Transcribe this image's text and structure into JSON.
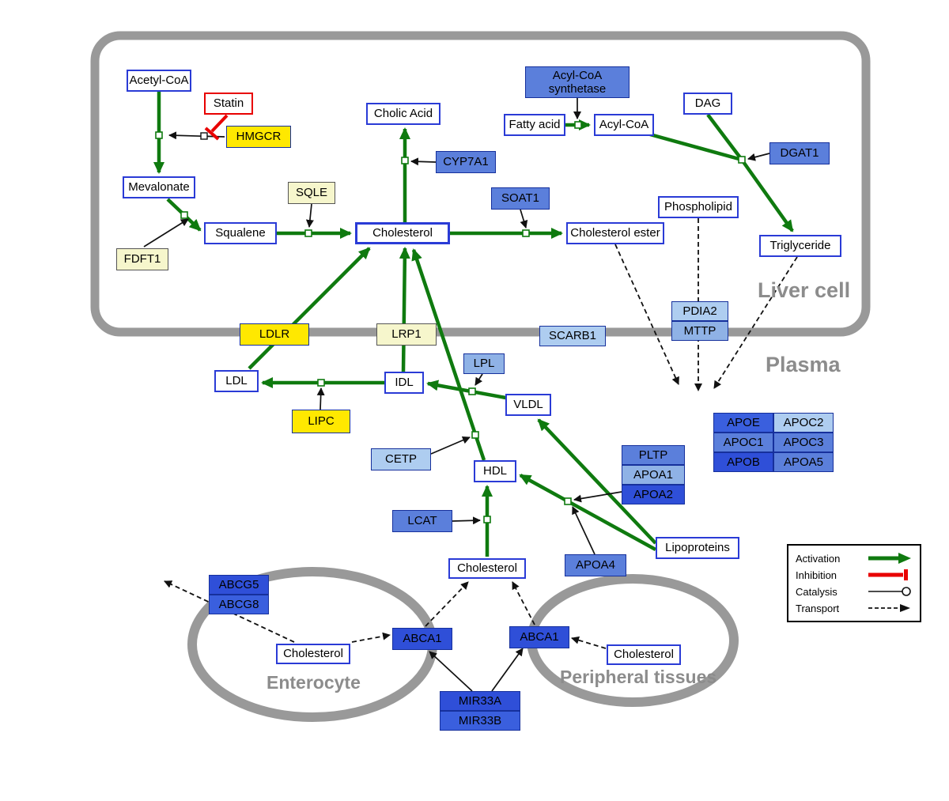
{
  "compartments": {
    "liver_cell": "Liver cell",
    "plasma": "Plasma",
    "enterocyte": "Enterocyte",
    "peripheral_tissues": "Peripheral tissues"
  },
  "nodes": {
    "acetyl_coa": "Acetyl-CoA",
    "statin": "Statin",
    "hmgcr": "HMGCR",
    "mevalonate": "Mevalonate",
    "fdft1": "FDFT1",
    "squalene": "Squalene",
    "sqle": "SQLE",
    "cholic_acid": "Cholic Acid",
    "cyp7a1": "CYP7A1",
    "cholesterol_liver": "Cholesterol",
    "soat1": "SOAT1",
    "cholesterol_ester": "Cholesterol ester",
    "acyl_coa_synthetase": "Acyl-CoA\nsynthetase",
    "fatty_acid": "Fatty acid",
    "acyl_coa": "Acyl-CoA",
    "dag": "DAG",
    "dgat1": "DGAT1",
    "phospholipid": "Phospholipid",
    "triglyceride": "Triglyceride",
    "pdia2": "PDIA2",
    "mttp": "MTTP",
    "ldlr": "LDLR",
    "lrp1": "LRP1",
    "scarb1": "SCARB1",
    "ldl": "LDL",
    "idl": "IDL",
    "lpl": "LPL",
    "vldl": "VLDL",
    "lipc": "LIPC",
    "cetp": "CETP",
    "hdl": "HDL",
    "pltp": "PLTP",
    "apoa1": "APOA1",
    "apoa2": "APOA2",
    "apoe": "APOE",
    "apoc2": "APOC2",
    "apoc1": "APOC1",
    "apoc3": "APOC3",
    "apob": "APOB",
    "apoa5": "APOA5",
    "lcat": "LCAT",
    "apoa4": "APOA4",
    "lipoproteins": "Lipoproteins",
    "cholesterol_plasma": "Cholesterol",
    "abcg5": "ABCG5",
    "abcg8": "ABCG8",
    "cholesterol_enterocyte": "Cholesterol",
    "abca1_enterocyte": "ABCA1",
    "abca1_peripheral": "ABCA1",
    "cholesterol_peripheral": "Cholesterol",
    "mir33a": "MIR33A",
    "mir33b": "MIR33B"
  },
  "legend": {
    "activation": "Activation",
    "inhibition": "Inhibition",
    "catalysis": "Catalysis",
    "transport": "Transport"
  },
  "colors": {
    "activation_green": "#0f7a0f",
    "inhibition_red": "#e80000",
    "gene_yellow": "#ffe800",
    "gene_pale_yellow": "#f6f6cc",
    "gene_blue_light": "#aecdf0",
    "gene_blue_medium": "#5b7fdb",
    "gene_blue_dark": "#2f4fd8",
    "metabolite_border_blue": "#2a3bd6",
    "membrane_gray": "#999999"
  }
}
